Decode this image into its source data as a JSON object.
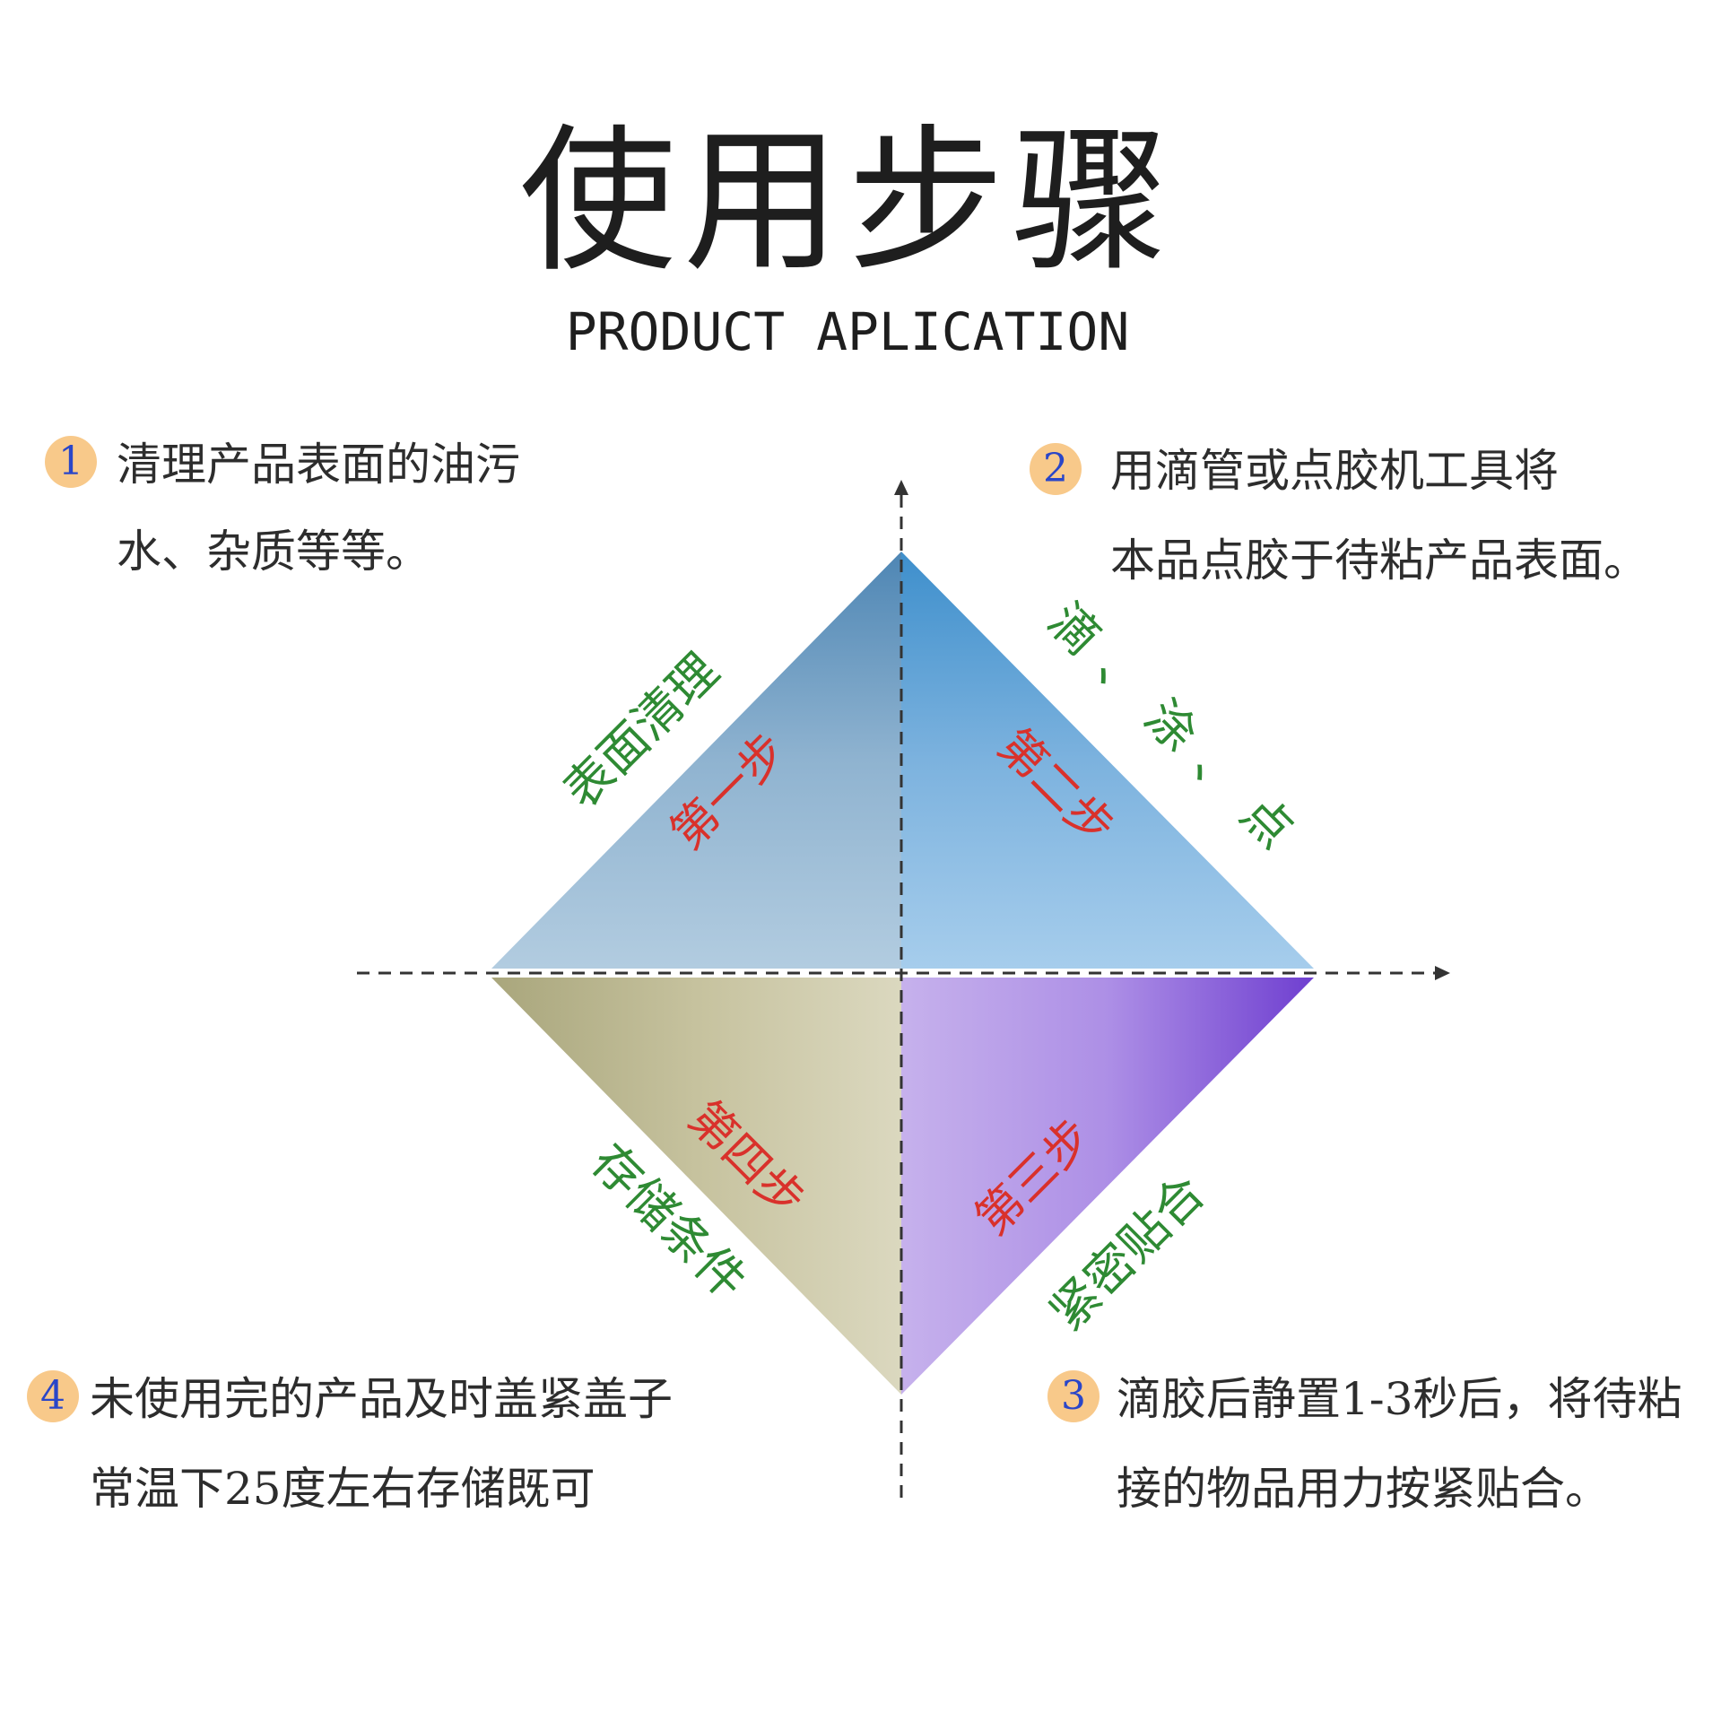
{
  "header": {
    "title": "使用步骤",
    "subtitle": "PRODUCT APLICATION"
  },
  "steps": [
    {
      "badge": "1",
      "line1": "清理产品表面的油污",
      "line2": "水、杂质等等。"
    },
    {
      "badge": "2",
      "line1": "用滴管或点胶机工具将",
      "line2": "本品点胶于待粘产品表面。"
    },
    {
      "badge": "3",
      "line1": "滴胶后静置1-3秒后，将待粘",
      "line2": "接的物品用力按紧贴合。"
    },
    {
      "badge": "4",
      "line1": "未使用完的产品及时盖紧盖子",
      "line2": "常温下25度左右存储既可"
    }
  ],
  "quadrants": {
    "q1": {
      "step_label": "第一步",
      "edge_label": "表面清理"
    },
    "q2": {
      "step_label": "第二步",
      "edge_label": "滴、涂、点"
    },
    "q3": {
      "step_label": "第三步",
      "edge_label": "紧密贴合"
    },
    "q4": {
      "step_label": "第四步",
      "edge_label": "存储条件"
    }
  },
  "colors": {
    "step_label": "#d9312b",
    "edge_label": "#2e8a33",
    "badge_fill": "#f8c98a",
    "badge_text": "#2a46c8"
  }
}
